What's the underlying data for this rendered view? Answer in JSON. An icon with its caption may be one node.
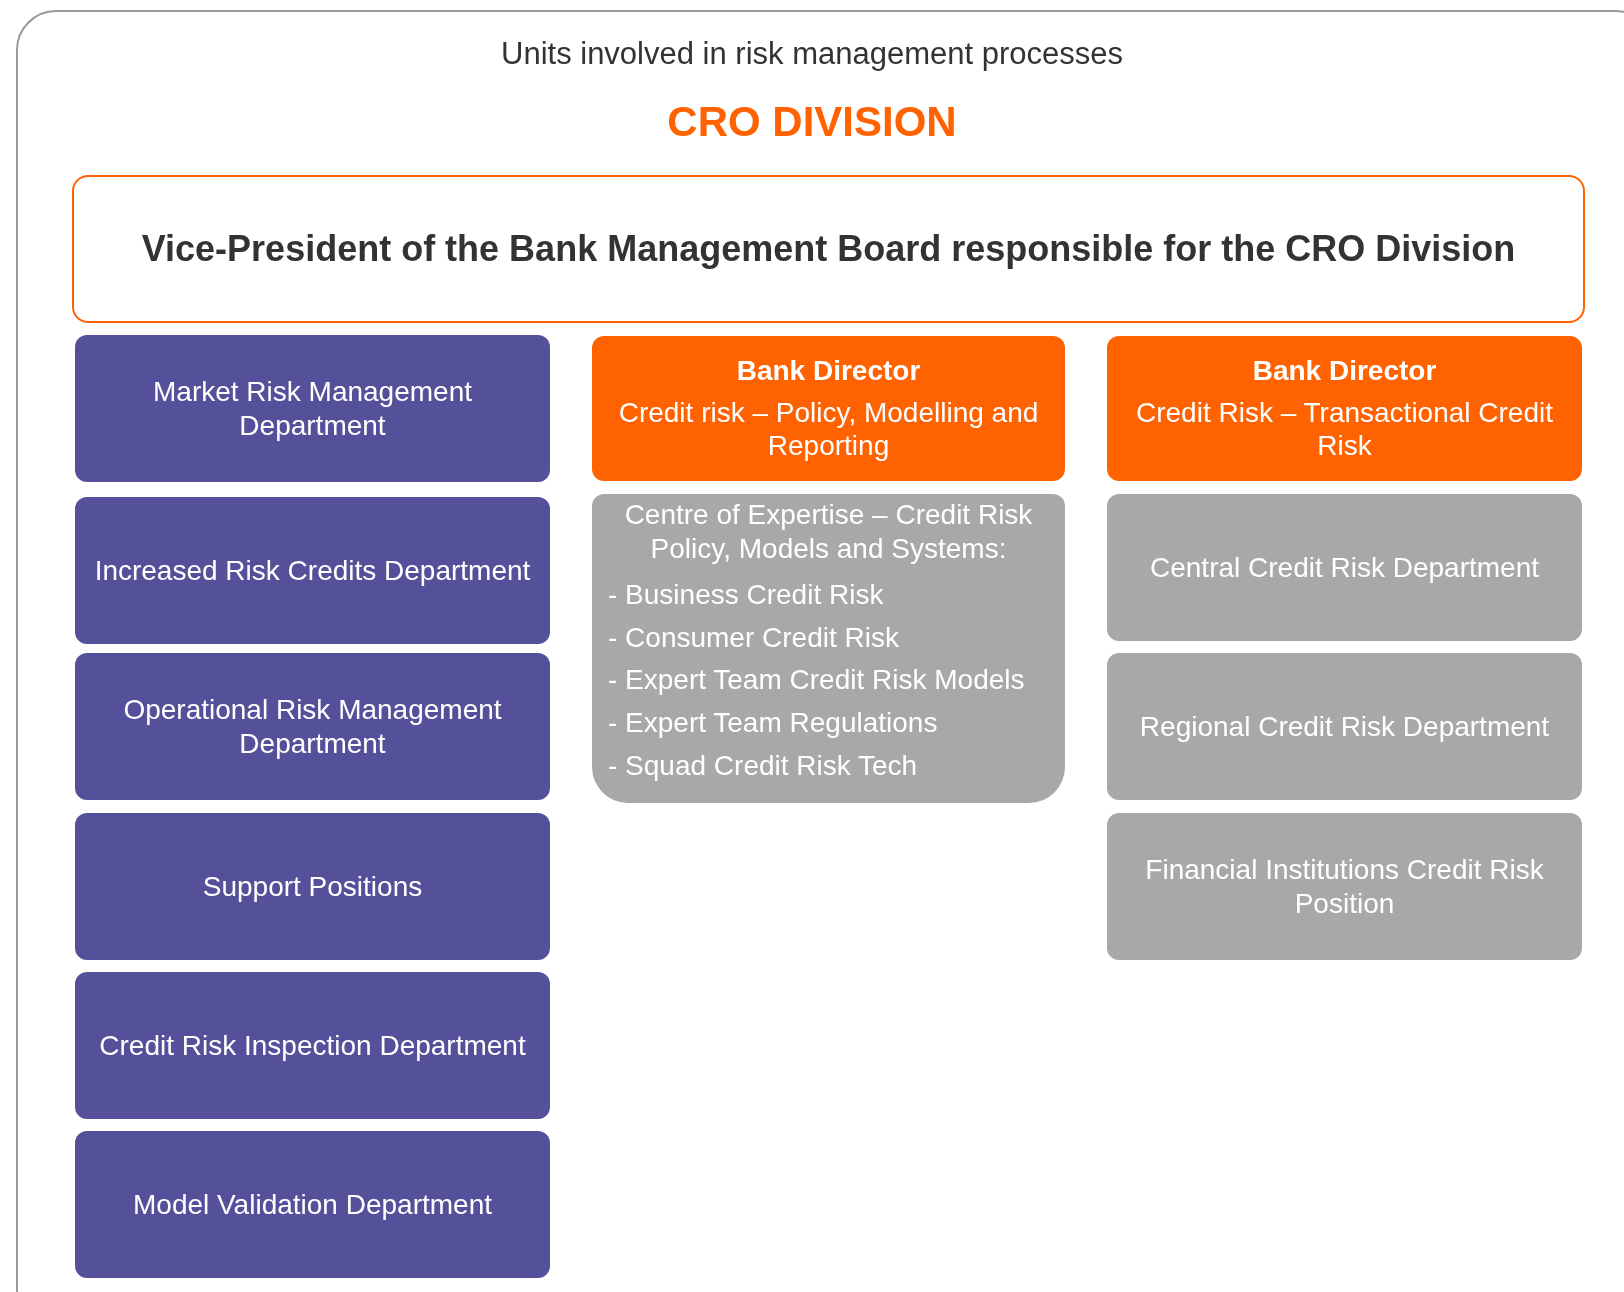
{
  "diagram": {
    "title": "Units involved in risk management processes",
    "labels": [
      "CRO DIVISION"
    ],
    "nodes": [
      {
        "text": [
          "Vice-President of the Bank Management Board responsible for the CRO Division"
        ]
      },
      {
        "text": [
          "Market Risk Management Department"
        ]
      },
      {
        "text": [
          "Increased Risk Credits Department"
        ]
      },
      {
        "text": [
          "Operational Risk Management Department"
        ]
      },
      {
        "text": [
          "Support Positions"
        ]
      },
      {
        "text": [
          "Credit Risk Inspection Department"
        ]
      },
      {
        "text": [
          "Model Validation Department"
        ]
      },
      {
        "text": [
          "Bank Director",
          "Credit risk – Policy, Modelling and Reporting"
        ]
      },
      {
        "text": [
          "Centre of Expertise – Credit Risk Policy, Models and Systems:",
          "- Business Credit Risk",
          "- Consumer Credit Risk",
          "- Expert Team Credit Risk Models",
          "- Expert Team Regulations",
          "- Squad Credit Risk Tech"
        ]
      },
      {
        "text": [
          "Bank Director",
          "Credit Risk – Transactional Credit Risk"
        ]
      },
      {
        "text": [
          "Central Credit Risk Department"
        ]
      },
      {
        "text": [
          "Regional Credit Risk Department"
        ]
      },
      {
        "text": [
          "Financial Institutions Credit Risk Position"
        ]
      }
    ]
  }
}
